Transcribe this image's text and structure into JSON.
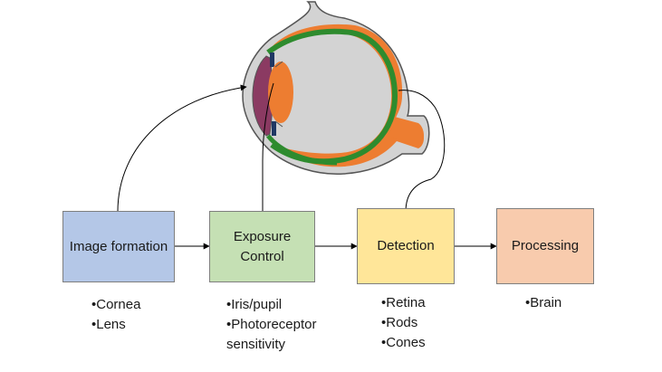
{
  "stages": [
    {
      "label": "Image formation",
      "color": "#b4c7e7",
      "items": [
        "•Cornea",
        "•Lens"
      ]
    },
    {
      "label": "Exposure\nControl",
      "color": "#c5e0b4",
      "items": [
        "•Iris/pupil",
        "•Photoreceptor",
        "sensitivity"
      ]
    },
    {
      "label": "Detection",
      "color": "#ffe699",
      "items": [
        "•Retina",
        "•Rods",
        "•Cones"
      ]
    },
    {
      "label": "Processing",
      "color": "#f8cbad",
      "items": [
        "•Brain"
      ]
    }
  ]
}
